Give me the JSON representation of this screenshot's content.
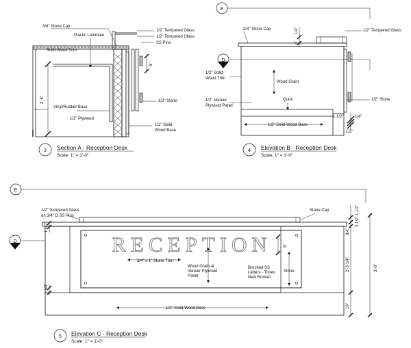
{
  "markers": {
    "elevation": "E",
    "datum": "D"
  },
  "section_a": {
    "number": "3",
    "title": "Section A - Reception Desk",
    "scale": "Scale: 1\" = 1'-0\"",
    "labels": {
      "stone_cap": "3/4\" Stone Cap",
      "plastic_laminate": "Plastic Laminate",
      "solid_wood_trim": "Solid Wood Trim",
      "tempered_glass_1": "1/2\" Tempered Glass",
      "tempered_glass_2": "1/2\" Tempered Glass",
      "ss_pins": "SS Pins",
      "vinyl_base": "Vinyl/Rubber Base",
      "plywood": "1/2\" Plywood",
      "stone": "1/2\" Stone",
      "solid_wood_base_1": "1/2\" Solid",
      "solid_wood_base_2": "Wood Base"
    },
    "dims": {
      "height": "2'-6\"",
      "pin": "6\""
    }
  },
  "elevation_b": {
    "number": "4",
    "title": "Elevation B - Reception Desk",
    "scale": "Scale: 1\" = 1'-0\"",
    "labels": {
      "stone_cap": "3/4\" Stone Cap",
      "tempered_glass": "1/2\" Tempered Glass",
      "solid_wood_trim_1": "1/2\" Solid",
      "solid_wood_trim_2": "Wood Trim",
      "wood_grain": "Wood Grain",
      "veneer_1": "1/2\" Veneer",
      "veneer_2": "Plywood Panel",
      "quirk": "Quirk",
      "stone": "1/2\" Stone",
      "solid_wood_base": "1/2\" Solid Wood Base"
    },
    "dims": {
      "quarter": "1/4\"",
      "four": "4\"",
      "one_half": "1 1/2\"",
      "quarter_b": "1/4\"",
      "half": "1/2\""
    }
  },
  "elevation_c": {
    "number": "5",
    "title": "Elevation C - Reception Desk",
    "scale": "Scale: 1\" = 1'-0\"",
    "labels": {
      "glass_1": "1/2\" Tempered Glass",
      "glass_2": "on 3/4\" D SS Pins",
      "stone_cap": "Stone Cap",
      "stone_trim": "3/4\" x 1\" Stone Trim",
      "wood_1": "Wood Grain at",
      "wood_2": "Veneer Plywood",
      "wood_3": "Panel",
      "letters_1": "Brushed SS",
      "letters_2": "Letters - Times",
      "letters_3": "New Roman",
      "stone": "Stone",
      "solid_wood_base": "1/2\" Solid Wood Base"
    },
    "sign_text": "RECEPTION",
    "dims": {
      "left_top": "1 1/2\"",
      "left_bottom": "1 3/4\"",
      "letter_height": "6\"",
      "right_a": "1 1/2\"",
      "right_b": "3 1/2\"",
      "right_c": "3/4\"",
      "right_d": "2'-3 1/4\"",
      "right_e": "10\"",
      "overall": "3'-6\""
    }
  }
}
